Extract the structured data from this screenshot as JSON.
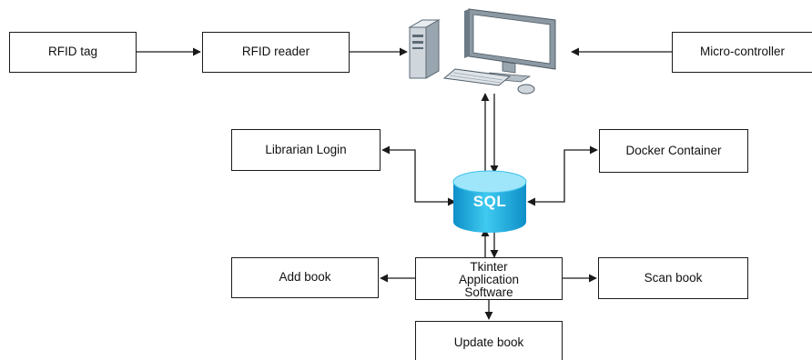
{
  "diagram": {
    "boxes": {
      "rfid_tag": "RFID tag",
      "rfid_reader": "RFID reader",
      "micro_controller": "Micro-controller",
      "librarian_login": "Librarian Login",
      "docker_container": "Docker Container",
      "tkinter_line1": "Tkinter",
      "tkinter_line2": "Application",
      "tkinter_line3": "Software",
      "add_book": "Add book",
      "scan_book": "Scan book",
      "update_book": "Update book"
    },
    "database_label": "SQL",
    "icons": {
      "computer": "desktop-computer-icon",
      "database": "database-cylinder-icon"
    },
    "colors": {
      "database_light": "#3fcaf0",
      "database_dark": "#0e8fc8",
      "database_top": "#9fe6fb",
      "monitor_frame": "#6b7a86",
      "line": "#1a1a1a"
    }
  }
}
